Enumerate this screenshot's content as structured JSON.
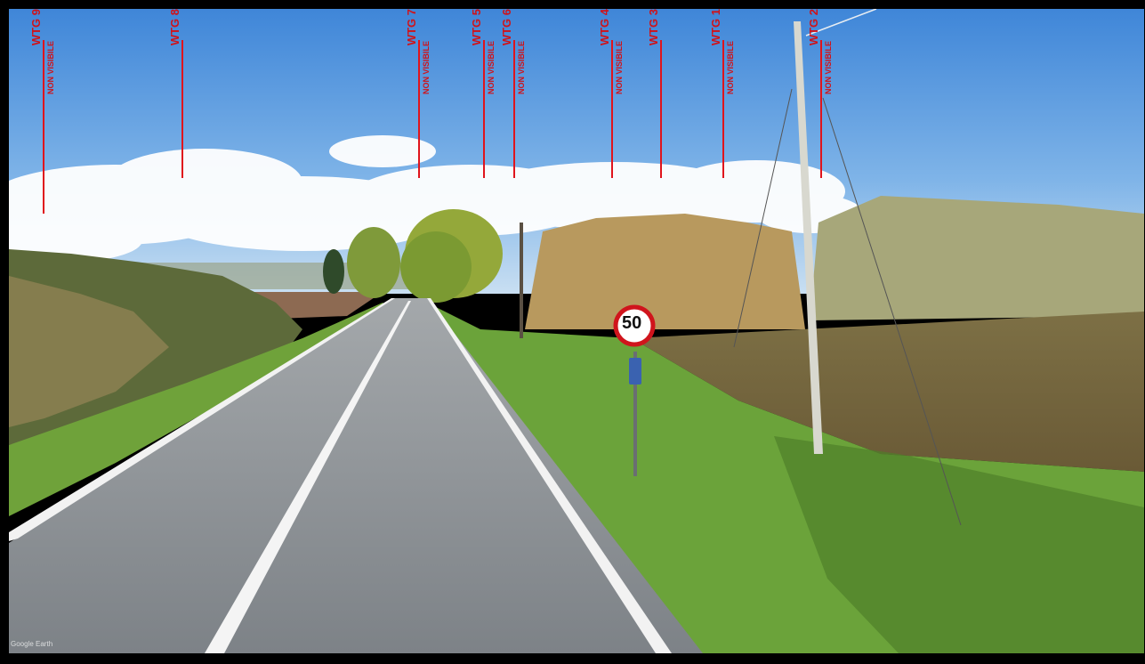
{
  "markers": [
    {
      "label": "WTG 9",
      "sub": "NON VISIBILE"
    },
    {
      "label": "WTG 8",
      "sub": ""
    },
    {
      "label": "WTG 7",
      "sub": "NON VISIBILE"
    },
    {
      "label": "WTG 5",
      "sub": "NON VISIBILE"
    },
    {
      "label": "WTG 6",
      "sub": "NON VISIBILE"
    },
    {
      "label": "WTG 4",
      "sub": "NON VISIBILE"
    },
    {
      "label": "WTG 3",
      "sub": ""
    },
    {
      "label": "WTG 1",
      "sub": "NON VISIBILE"
    },
    {
      "label": "WTG 2",
      "sub": "NON VISIBILE"
    }
  ],
  "speed_sign": {
    "value": "50"
  },
  "credit": "Google Earth",
  "colors": {
    "marker": "#e0141c",
    "sky": "#4a90d9",
    "grass": "#6ba33a",
    "road": "#8a8f93"
  }
}
